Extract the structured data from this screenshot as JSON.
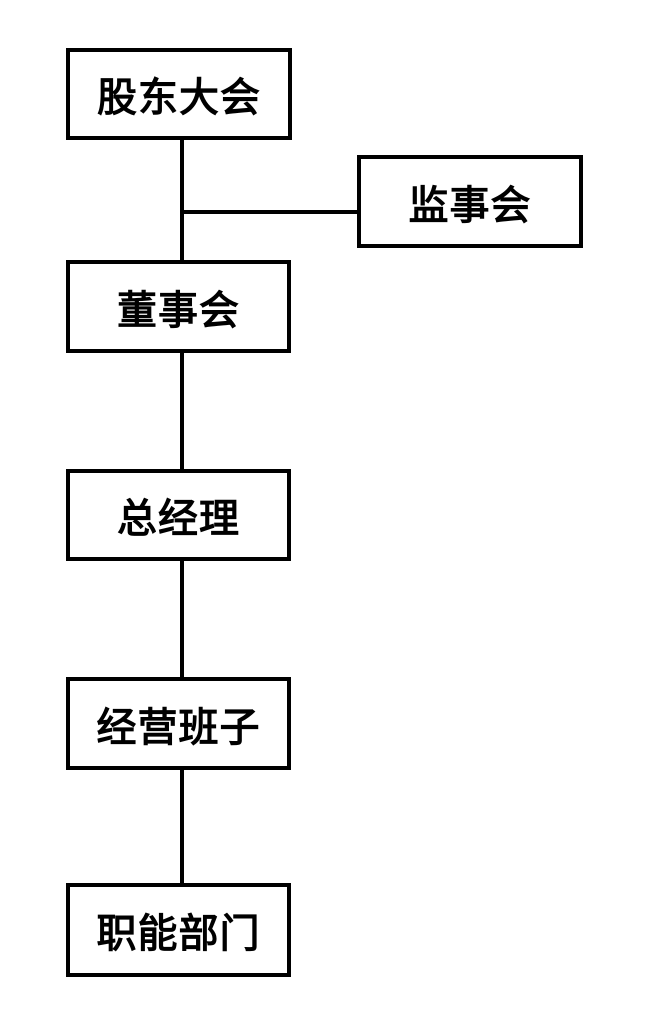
{
  "diagram": {
    "type": "org-chart",
    "background_color": "#ffffff",
    "line_color": "#000000",
    "text_color": "#000000",
    "nodes": [
      {
        "id": "shareholders",
        "label": "股东大会"
      },
      {
        "id": "supervisors",
        "label": "监事会"
      },
      {
        "id": "board",
        "label": "董事会"
      },
      {
        "id": "gm",
        "label": "总经理"
      },
      {
        "id": "team",
        "label": "经营班子"
      },
      {
        "id": "depts",
        "label": "职能部门"
      }
    ],
    "edges": [
      {
        "from": "shareholders",
        "to": "board",
        "style": "vertical"
      },
      {
        "from": "shareholders",
        "to": "supervisors",
        "style": "horizontal-branch"
      },
      {
        "from": "board",
        "to": "gm",
        "style": "vertical"
      },
      {
        "from": "gm",
        "to": "team",
        "style": "vertical"
      },
      {
        "from": "team",
        "to": "depts",
        "style": "vertical"
      }
    ]
  }
}
